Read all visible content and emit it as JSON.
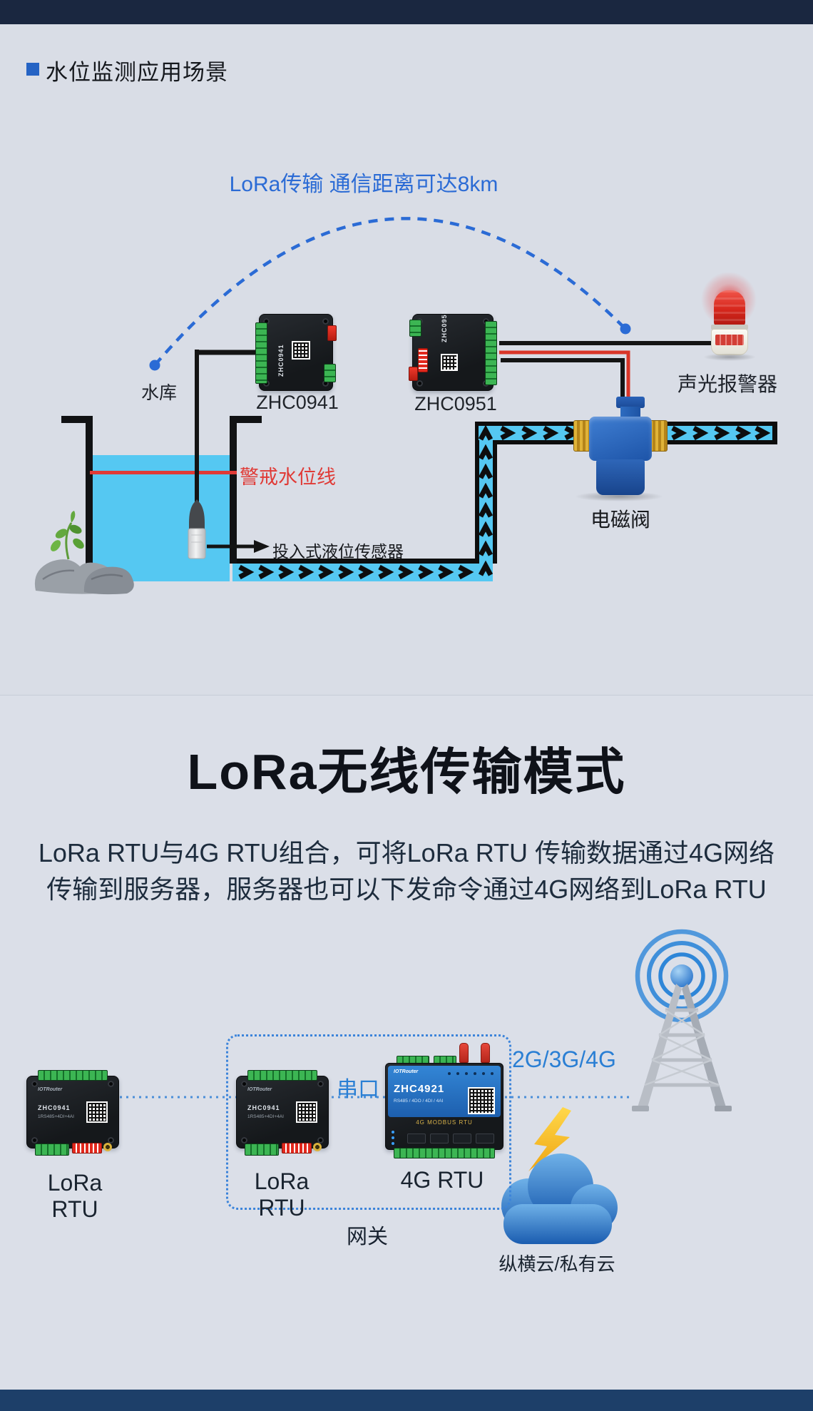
{
  "section1": {
    "header": "水位监测应用场景",
    "lora_link_label": "LoRa传输 通信距离可达8km",
    "reservoir": "水库",
    "rtu_left": "ZHC0941",
    "rtu_right": "ZHC0951",
    "alarm": "声光报警器",
    "warning_line": "警戒水位线",
    "sensor": "投入式液位传感器",
    "valve": "电磁阀"
  },
  "section2": {
    "title": "LoRa无线传输模式",
    "desc_line1": "LoRa RTU与4G RTU组合，可将LoRa RTU 传输数据通过4G网络",
    "desc_line2": "传输到服务器，服务器也可以下发命令通过4G网络到LoRa RTU",
    "left_rtu": "LoRa RTU",
    "gw_rtu": "LoRa RTU",
    "gw_4g": "4G RTU",
    "serial": "串口",
    "network": "2G/3G/4G",
    "gateway": "网关",
    "cloud": "纵横云/私有云"
  },
  "device_marks": {
    "lora_model": "ZHC0941",
    "lora_sub": "1RS485+4DI+4AI",
    "brand": "IOTRouter",
    "g4_model": "ZHC4921",
    "g4_sub": "RS485 / 4DO / 4DI / 4AI",
    "g4_type": "4G MODBUS RTU"
  },
  "colors": {
    "accent_blue": "#2b6bd5",
    "link_blue": "#2a7fd4",
    "water_cyan": "#55c8f2",
    "warning_red": "#e03a36",
    "alarm_red": "#d6261c",
    "valve_blue": "#2a62b8",
    "device_green": "#3cb553",
    "tower_blue": "#2e86d8",
    "cloud_blue": "#2a72c4",
    "top_bar": "#1a2740",
    "footer_bar": "#1d3f69",
    "background": "#d9dde6"
  }
}
